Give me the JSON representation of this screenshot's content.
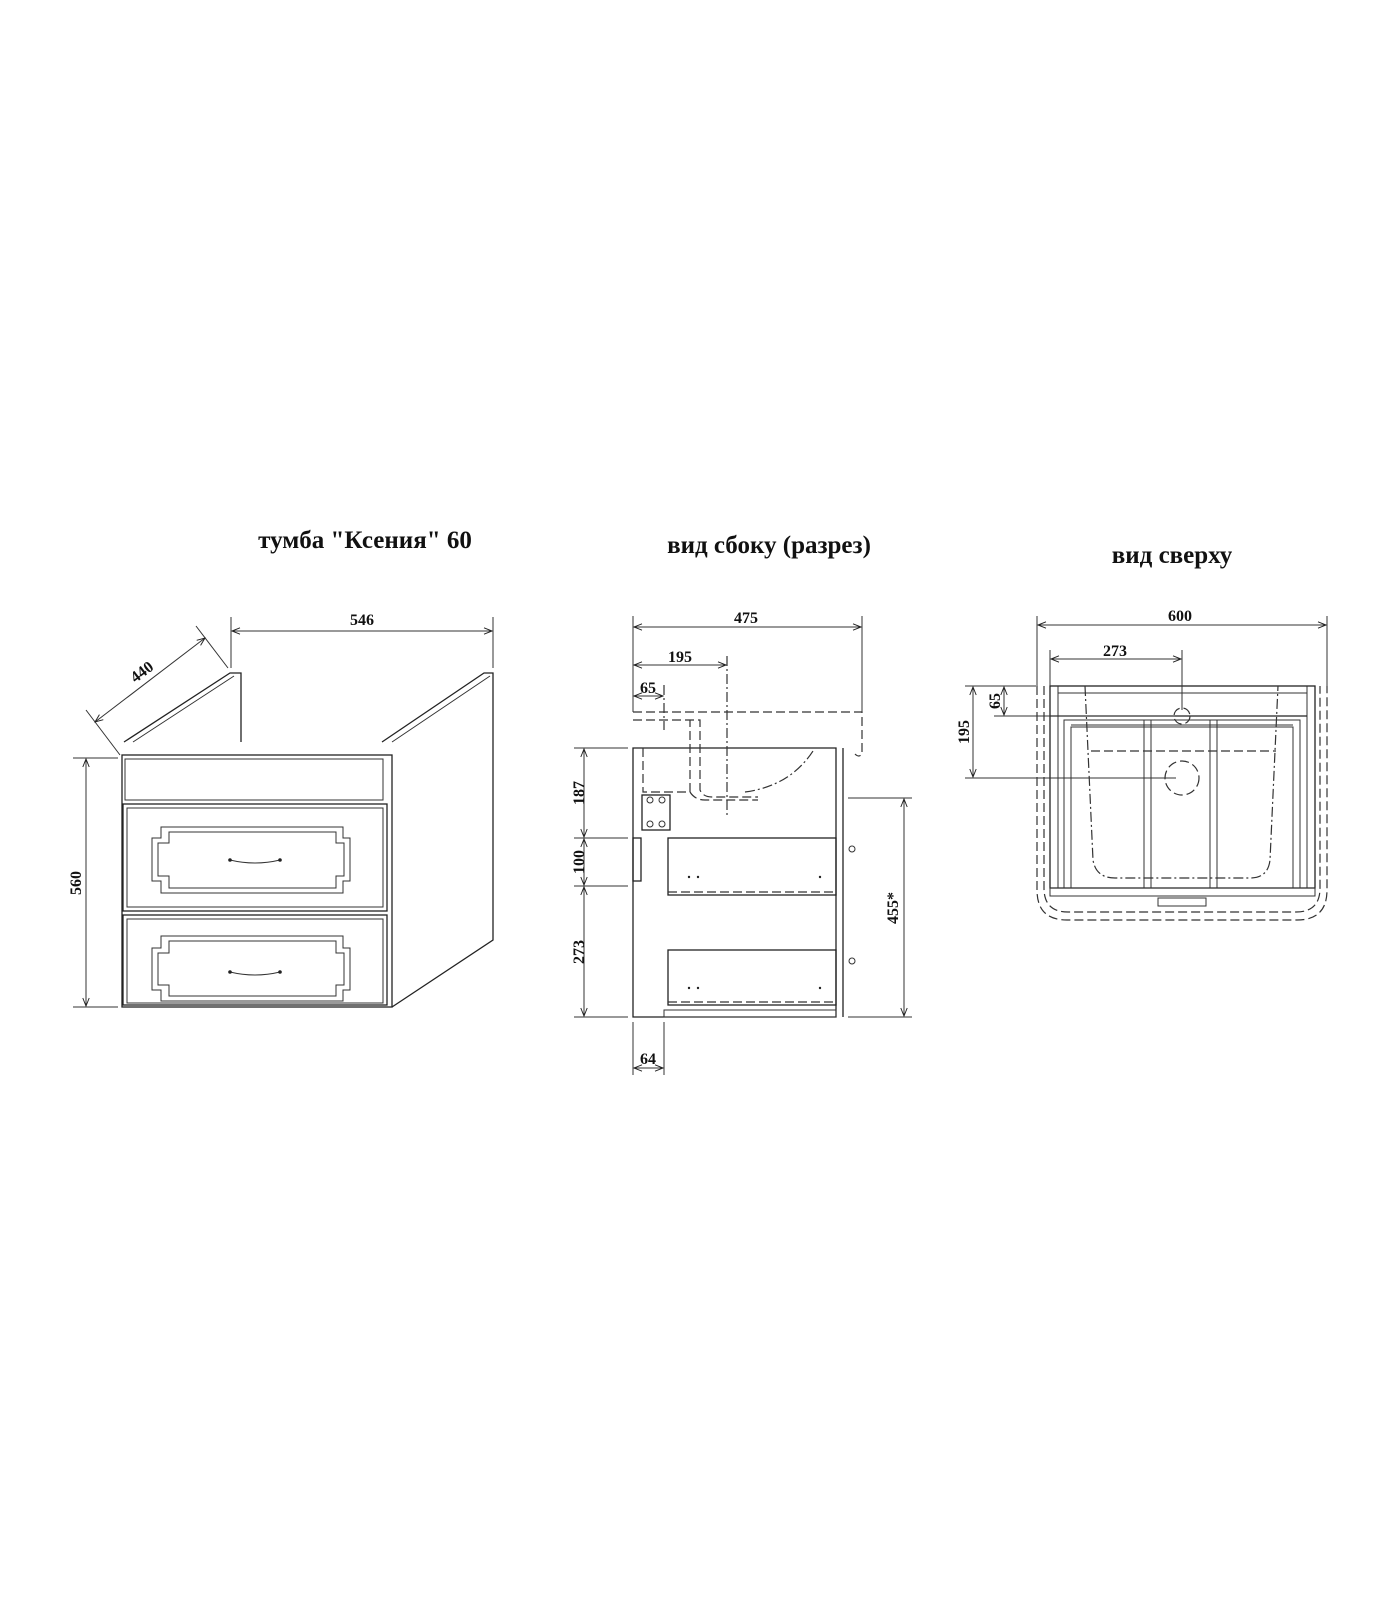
{
  "titles": {
    "front": "тумба \"Ксения\" 60",
    "side": "вид сбоку (разрез)",
    "top": "вид сверху"
  },
  "front_view": {
    "width": "546",
    "depth": "440",
    "height": "560"
  },
  "side_view": {
    "overall_depth": "475",
    "drain_offset": "195",
    "inner_offset": "65",
    "top_zone": "187",
    "middle_zone": "100",
    "bottom_zone": "273",
    "drawer_height": "455*",
    "bottom_offset": "64"
  },
  "top_view": {
    "width": "600",
    "drain_x": "273",
    "inner_offset": "65",
    "drain_y": "195"
  }
}
